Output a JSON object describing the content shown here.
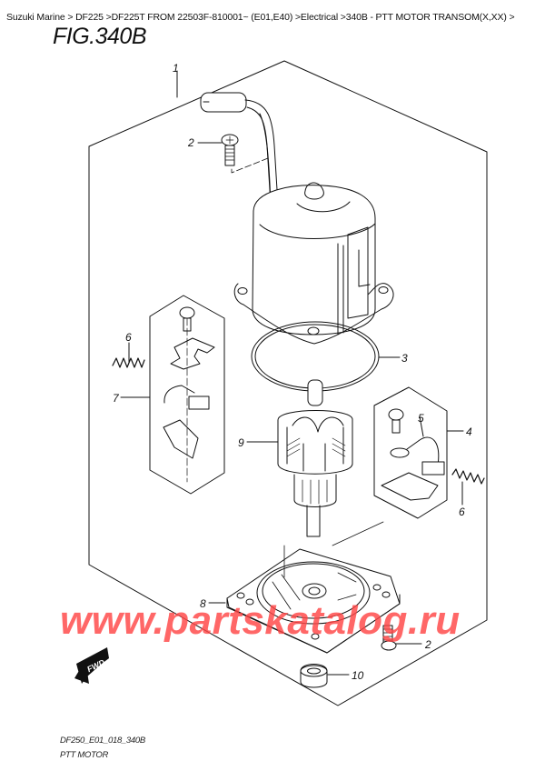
{
  "breadcrumb": {
    "text": "Suzuki Marine > DF225 >DF225T FROM 22503F-810001~ (E01,E40) >Electrical >340B - PTT MOTOR TRANSOM(X,XX) >",
    "items": [
      "Suzuki Marine",
      "DF225",
      "DF225T FROM 22503F-810001~ (E01,E40)",
      "Electrical",
      "340B - PTT MOTOR TRANSOM(X,XX)"
    ]
  },
  "figure": {
    "title": "FIG.340B",
    "footer_code": "DF250_E01_018_340B",
    "footer_name": "PTT MOTOR"
  },
  "callouts": [
    {
      "id": "1",
      "label": "1",
      "part": "PTT motor assembly"
    },
    {
      "id": "2a",
      "label": "2",
      "part": "Screw (upper)"
    },
    {
      "id": "3",
      "label": "3",
      "part": "O-ring"
    },
    {
      "id": "4",
      "label": "4",
      "part": "Brush holder set"
    },
    {
      "id": "5",
      "label": "5",
      "part": "Brush lead"
    },
    {
      "id": "6a",
      "label": "6",
      "part": "Spring (left)"
    },
    {
      "id": "6b",
      "label": "6",
      "part": "Spring (right)"
    },
    {
      "id": "7",
      "label": "7",
      "part": "Brush holder set"
    },
    {
      "id": "8",
      "label": "8",
      "part": "Base plate"
    },
    {
      "id": "9",
      "label": "9",
      "part": "Armature"
    },
    {
      "id": "2b",
      "label": "2",
      "part": "Screw (lower)"
    },
    {
      "id": "10",
      "label": "10",
      "part": "Cushion"
    }
  ],
  "fwd_label": "FWD",
  "watermark": "www.partskatalog.ru",
  "colors": {
    "line": "#111111",
    "watermark": "#ff4646",
    "background": "#ffffff"
  }
}
